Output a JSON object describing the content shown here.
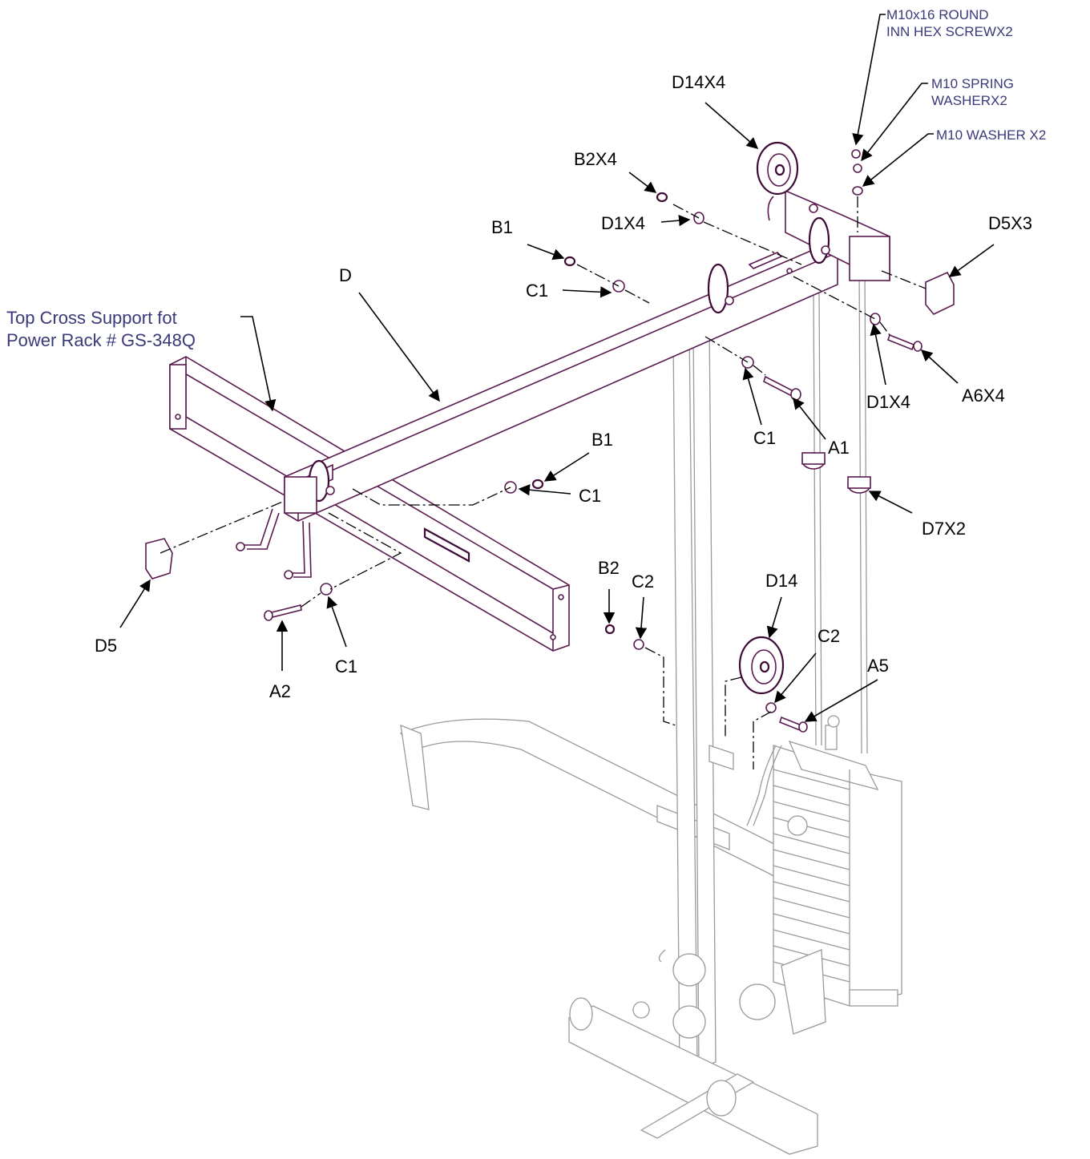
{
  "labels": {
    "m10_screw": "M10x16 ROUND\nINN HEX SCREWX2",
    "m10_spring_washer": "M10 SPRING\nWASHERX2",
    "m10_washer": "M10 WASHER X2",
    "d14x4": "D14X4",
    "b2x4": "B2X4",
    "d1x4_top": "D1X4",
    "d5x3": "D5X3",
    "b1_top": "B1",
    "d": "D",
    "c1_top": "C1",
    "top_cross_support": "Top Cross Support fot\nPower Rack # GS-348Q",
    "c1_mid_right": "C1",
    "a1": "A1",
    "d1x4_right": "D1X4",
    "a6x4": "A6X4",
    "b1_mid": "B1",
    "c1_mid": "C1",
    "d7x2": "D7X2",
    "b2": "B2",
    "c2_left": "C2",
    "d14": "D14",
    "c2_right": "C2",
    "a5": "A5",
    "d5": "D5",
    "c1_bottom": "C1",
    "a2": "A2"
  },
  "colors": {
    "part_stroke": "#5a1a4e",
    "ghost_stroke": "#9a9a9a",
    "note_text": "#3a3a7a",
    "label_text": "#000000"
  }
}
